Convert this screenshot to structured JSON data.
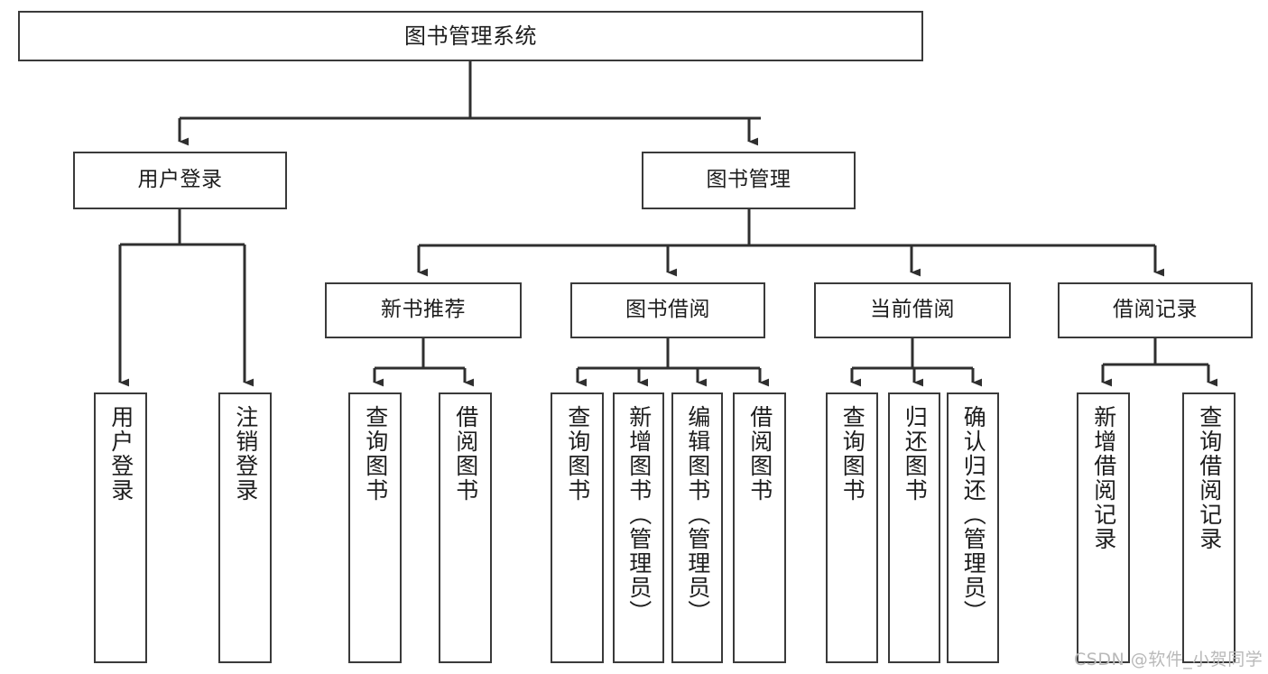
{
  "diagram": {
    "title": "图书管理系统",
    "type": "tree-hierarchy-chart",
    "orientation": "top-down",
    "colors": {
      "box_border": "#3a3a3a",
      "box_fill": "#ffffff",
      "edge": "#2f2f2f",
      "text": "#1d1d1d",
      "watermark": "#b9b9b9",
      "background": "#ffffff"
    }
  },
  "nodes": {
    "root": {
      "label": "图书管理系统"
    },
    "level2": [
      {
        "id": "user-login",
        "label": "用户登录"
      },
      {
        "id": "book-manage",
        "label": "图书管理"
      }
    ],
    "level3": [
      {
        "id": "new-book-recommend",
        "label": "新书推荐"
      },
      {
        "id": "book-borrow",
        "label": "图书借阅"
      },
      {
        "id": "current-borrow",
        "label": "当前借阅"
      },
      {
        "id": "borrow-record",
        "label": "借阅记录"
      }
    ],
    "leaves": {
      "user-login": [
        {
          "id": "leaf-user-login",
          "label": "用户登录"
        },
        {
          "id": "leaf-logout",
          "label": "注销登录"
        }
      ],
      "new-book-recommend": [
        {
          "id": "leaf-query-book-1",
          "label": "查询图书"
        },
        {
          "id": "leaf-borrow-book-1",
          "label": "借阅图书"
        }
      ],
      "book-borrow": [
        {
          "id": "leaf-query-book-2",
          "label": "查询图书"
        },
        {
          "id": "leaf-add-book",
          "label": "新增图书（管理员）"
        },
        {
          "id": "leaf-edit-book",
          "label": "编辑图书（管理员）"
        },
        {
          "id": "leaf-borrow-book-2",
          "label": "借阅图书"
        }
      ],
      "current-borrow": [
        {
          "id": "leaf-query-book-3",
          "label": "查询图书"
        },
        {
          "id": "leaf-return-book",
          "label": "归还图书"
        },
        {
          "id": "leaf-confirm-return",
          "label": "确认归还（管理员）"
        }
      ],
      "borrow-record": [
        {
          "id": "leaf-add-record",
          "label": "新增借阅记录"
        },
        {
          "id": "leaf-query-record",
          "label": "查询借阅记录"
        }
      ]
    }
  },
  "watermark": {
    "text": "CSDN @软件_小贺同学"
  }
}
